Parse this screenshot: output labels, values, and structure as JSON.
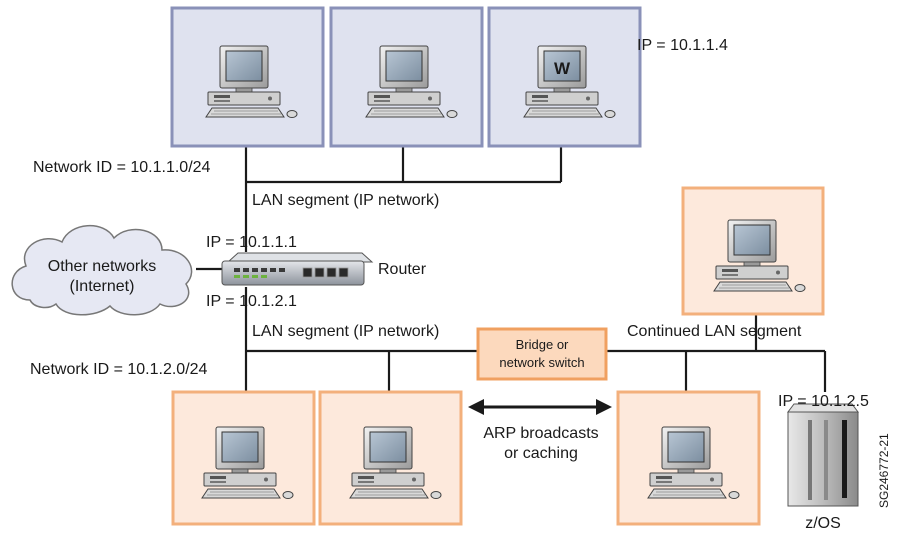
{
  "top_lan": {
    "ip_label": "IP = 10.1.1.4",
    "network_id": "Network ID = 10.1.1.0/24",
    "segment_label": "LAN segment (IP network)",
    "w_badge": "W"
  },
  "router": {
    "ip_top": "IP = 10.1.1.1",
    "ip_bottom": "IP = 10.1.2.1",
    "label": "Router"
  },
  "cloud": {
    "line1": "Other networks",
    "line2": "(Internet)"
  },
  "bottom_lan": {
    "segment_label": "LAN segment (IP network)",
    "network_id": "Network ID = 10.1.2.0/24",
    "continued_label": "Continued LAN segment",
    "bridge_line1": "Bridge or",
    "bridge_line2": "network switch",
    "arp_line1": "ARP broadcasts",
    "arp_line2": "or caching"
  },
  "zos": {
    "ip_label": "IP = 10.1.2.5",
    "label": "z/OS"
  },
  "figure_id": "SG246772-21",
  "colors": {
    "top_panel_fill": "#dfe2ef",
    "top_panel_border": "#8a91b8",
    "bottom_panel_fill": "#fde9dc",
    "bottom_panel_border": "#f3b07c",
    "bridge_fill": "#fcd9bd",
    "bridge_border": "#f0a060",
    "cloud_fill": "#e6e8f3"
  }
}
